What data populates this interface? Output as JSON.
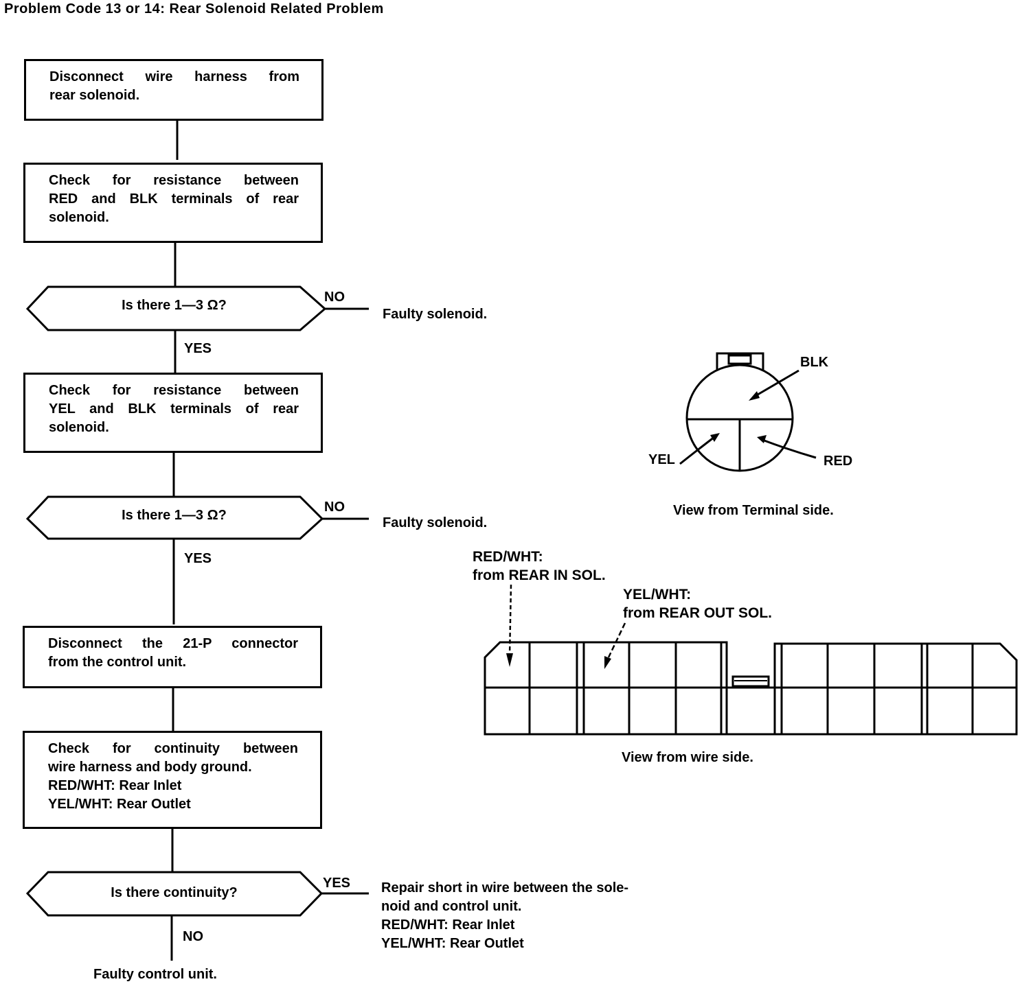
{
  "title": "Problem Code 13 or 14: Rear Solenoid Related Problem",
  "flow": {
    "step1": [
      "Disconnect wire harness from",
      "rear solenoid."
    ],
    "step2": [
      "Check for resistance between",
      "RED and BLK terminals of rear",
      "solenoid."
    ],
    "decision1": {
      "question": "Is there 1—3 Ω?",
      "no_label": "NO",
      "no_result": "Faulty solenoid.",
      "yes_label": "YES"
    },
    "step3": [
      "Check for resistance between",
      "YEL and BLK terminals of rear",
      "solenoid."
    ],
    "decision2": {
      "question": "Is there 1—3 Ω?",
      "no_label": "NO",
      "no_result": "Faulty solenoid.",
      "yes_label": "YES"
    },
    "step4": [
      "Disconnect the 21-P connector",
      "from the control unit."
    ],
    "step5": [
      "Check for continuity between",
      "wire harness and body ground.",
      "RED/WHT: Rear Inlet",
      "YEL/WHT: Rear Outlet"
    ],
    "decision3": {
      "question": "Is there continuity?",
      "yes_label": "YES",
      "yes_result": [
        "Repair short in wire between the sole-",
        "noid and control unit.",
        "RED/WHT: Rear Inlet",
        "YEL/WHT: Rear Outlet"
      ],
      "no_label": "NO",
      "no_result": "Faulty control unit."
    }
  },
  "solenoid_view": {
    "labels": {
      "blk": "BLK",
      "yel": "YEL",
      "red": "RED"
    },
    "caption": "View from Terminal side."
  },
  "connector_view": {
    "red_wht_label": [
      "RED/WHT:",
      "from REAR IN SOL."
    ],
    "yel_wht_label": [
      "YEL/WHT:",
      "from REAR OUT SOL."
    ],
    "caption": "View from wire side."
  }
}
